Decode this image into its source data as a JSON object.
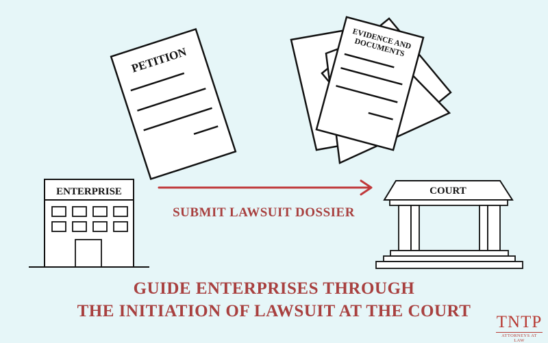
{
  "documents": {
    "petition": {
      "title": "PETITION"
    },
    "evidence": {
      "title_line_1": "EVIDENCE AND",
      "title_line_2": "DOCUMENTS"
    }
  },
  "parties": {
    "enterprise": {
      "label": "ENTERPRISE",
      "icon": "office-building-icon"
    },
    "court": {
      "label": "COURT",
      "icon": "courthouse-icon"
    }
  },
  "flow": {
    "arrow_label": "SUBMIT LAWSUIT DOSSIER",
    "arrow_color": "#c0393b"
  },
  "caption": {
    "line_1": "GUIDE ENTERPRISES THROUGH",
    "line_2": "THE INITIATION OF LAWSUIT AT THE COURT",
    "color": "#a8403f"
  },
  "logo": {
    "mark": "TNTP",
    "subtitle": "ATTORNEYS AT LAW",
    "color": "#b73a33"
  },
  "colors": {
    "background": "#e6f6f8",
    "paper": "#ffffff",
    "ink": "#111111"
  }
}
